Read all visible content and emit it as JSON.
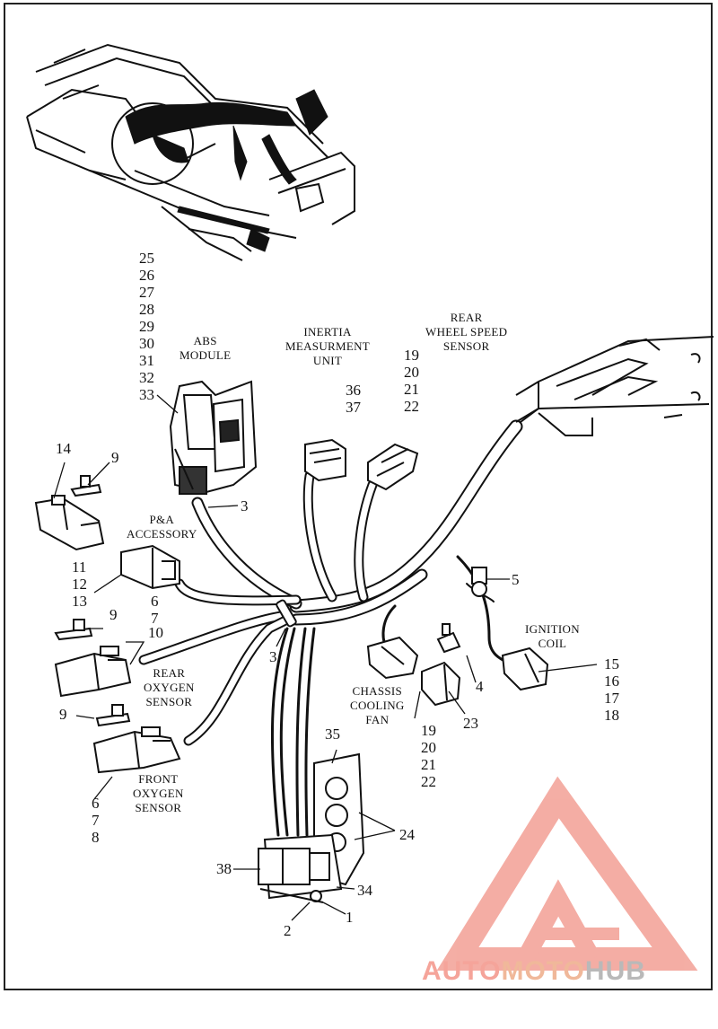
{
  "labels": {
    "abs_module": [
      "ABS",
      "MODULE"
    ],
    "inertia_unit": [
      "INERTIA",
      "MEASURMENT",
      "UNIT"
    ],
    "rear_wheel_speed": [
      "REAR",
      "WHEEL SPEED",
      "SENSOR"
    ],
    "pa_accessory": [
      "P&A",
      "ACCESSORY"
    ],
    "ignition_coil": [
      "IGNITION",
      "COIL"
    ],
    "rear_oxygen": [
      "REAR",
      "OXYGEN",
      "SENSOR"
    ],
    "chassis_cooling_fan": [
      "CHASSIS",
      "COOLING",
      "FAN"
    ],
    "front_oxygen": [
      "FRONT",
      "OXYGEN",
      "SENSOR"
    ]
  },
  "callouts": {
    "abs_stack": [
      "25",
      "26",
      "27",
      "28",
      "29",
      "30",
      "31",
      "32",
      "33"
    ],
    "imu_stack": [
      "36",
      "37"
    ],
    "wss_stack": [
      "19",
      "20",
      "21",
      "22"
    ],
    "n14": "14",
    "n9a": "9",
    "n3a": "3",
    "pa_stack": [
      "11",
      "12",
      "13"
    ],
    "n5": "5",
    "n6_7": [
      "6",
      "7"
    ],
    "n9b": "9",
    "n10": "10",
    "n3b": "3",
    "ign_stack": [
      "15",
      "16",
      "17",
      "18"
    ],
    "n4": "4",
    "n23": "23",
    "fan_stack": [
      "19",
      "20",
      "21",
      "22"
    ],
    "n9c": "9",
    "n35": "35",
    "front_stack": [
      "6",
      "7",
      "8"
    ],
    "n24": "24",
    "n38": "38",
    "n34": "34",
    "n1": "1",
    "n2": "2"
  },
  "watermark": {
    "part1": "AUTO",
    "part2": "MOTO",
    "part3": "HUB",
    "colors": {
      "red": "#f5a49a",
      "orange": "#f0b89a",
      "gray": "#b9b9b9"
    }
  }
}
